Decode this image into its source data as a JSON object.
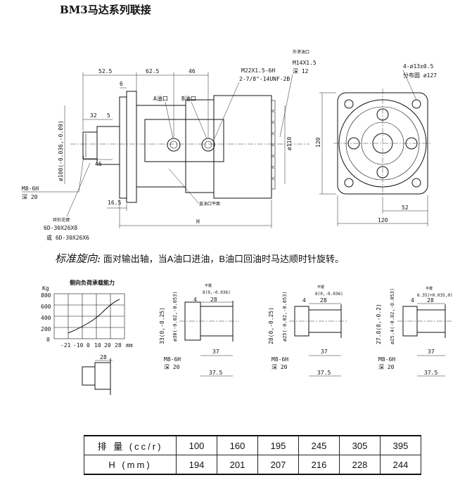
{
  "title": "BM3马达系列联接",
  "rotation_note": {
    "label": "标准旋向:",
    "text": "面对输出轴，当A油口进油，B油口回油时马达顺时针旋转。"
  },
  "main_drawing": {
    "dims_top": [
      "52.5",
      "62.5",
      "46"
    ],
    "dim_6": "6",
    "dim_32": "32",
    "dim_5": "5",
    "dim_46": "46",
    "dim_165": "16.5",
    "dim_H": "H",
    "shaft_dia": "ø100(-0.036,-0.09)",
    "port_a": "A油口",
    "port_b": "B油口",
    "port_spec_1": "M22X1.5-6H",
    "port_spec_2": "2-7/8\"-14UNF-2B",
    "drain_label": "外泄油口",
    "drain_spec_1": "M14X1.5",
    "drain_spec_2": "深 12",
    "dia_110": "ø110",
    "thread_1": "M8-6H",
    "thread_2": "深 20",
    "spline_label": "矩形花键",
    "spline_1": "6D-30X26X8",
    "spline_2": "或 6D-30X26X6",
    "plane_label": "直油口平面",
    "holes_1": "4-ø13±0.5",
    "holes_2": "分布圆 ø127",
    "dim_120_v": "120",
    "dim_52": "52",
    "dim_120_h": "120"
  },
  "chart": {
    "title": "侧向负荷承载能力",
    "ylabel": "Kg",
    "xlabel_unit": "mm",
    "ytick_labels": [
      "800",
      "600",
      "400",
      "200",
      "0"
    ],
    "xtick_labels": [
      "-21",
      "-10",
      "0",
      "10",
      "20",
      "28"
    ],
    "key_label": "28"
  },
  "shafts": [
    {
      "dia": "33(0,-0.25)",
      "inner": "ø30(-0.02,-0.053)",
      "key": "8(0,-0.036)",
      "key_label": "平键",
      "d4": "4",
      "d28": "28",
      "d37": "37",
      "d375": "37.5",
      "thread": "M8-6H",
      "depth": "深 20"
    },
    {
      "dia": "28(0,-0.25)",
      "inner": "ø25(-0.02,-0.053)",
      "key": "8(0,-0.036)",
      "key_label": "平键",
      "d4": "4",
      "d28": "28",
      "d37": "37",
      "d375": "37.5",
      "thread": "M8-6H",
      "depth": "深 20"
    },
    {
      "dia": "27.8(0,-0.2)",
      "inner": "ø25.4(-0.02,-0.053)",
      "key": "6.35(+0.035,0)",
      "key_label": "平键",
      "d4": "4",
      "d28": "28",
      "d37": "37",
      "d375": "37.5",
      "thread": "M8-6H",
      "depth": "深 20"
    }
  ],
  "spec_table": {
    "row1_label": "排 量 (cc/r)",
    "row1": [
      "100",
      "160",
      "195",
      "245",
      "305",
      "395"
    ],
    "row2_label": "H (mm)",
    "row2": [
      "194",
      "201",
      "207",
      "216",
      "228",
      "244"
    ]
  }
}
